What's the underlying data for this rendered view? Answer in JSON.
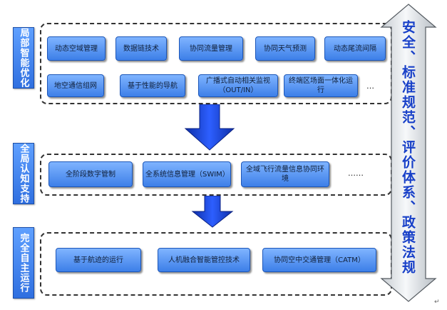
{
  "levels": [
    {
      "label": "局部智能优化",
      "row1": [
        "动态空域管理",
        "数据链技术",
        "协同流量管理",
        "协同天气预测",
        "动态尾流间隔"
      ],
      "row2": [
        "地空通信组网",
        "基于性能的导航",
        "广播式自动相关监视（OUT/IN）",
        "终端区场面一体化运行"
      ],
      "more": "…"
    },
    {
      "label": "全局认知支持",
      "items": [
        "全阶段数字管制",
        "全系统信息管理（SWIM）",
        "全域飞行流量信息协同环境"
      ],
      "more": "……"
    },
    {
      "label": "完全自主运行",
      "items": [
        "基于航迹的运行",
        "人机融合智能管控技术",
        "协同空中交通管理（CATM）"
      ]
    }
  ],
  "side_text": "安全、标准规范、评价体系、政策法规",
  "colors": {
    "box_fill": "#5b96f5",
    "label_fill": "#3f80ee",
    "arrow_fill": "#1d4fe0",
    "side_text": "#1840c8"
  }
}
